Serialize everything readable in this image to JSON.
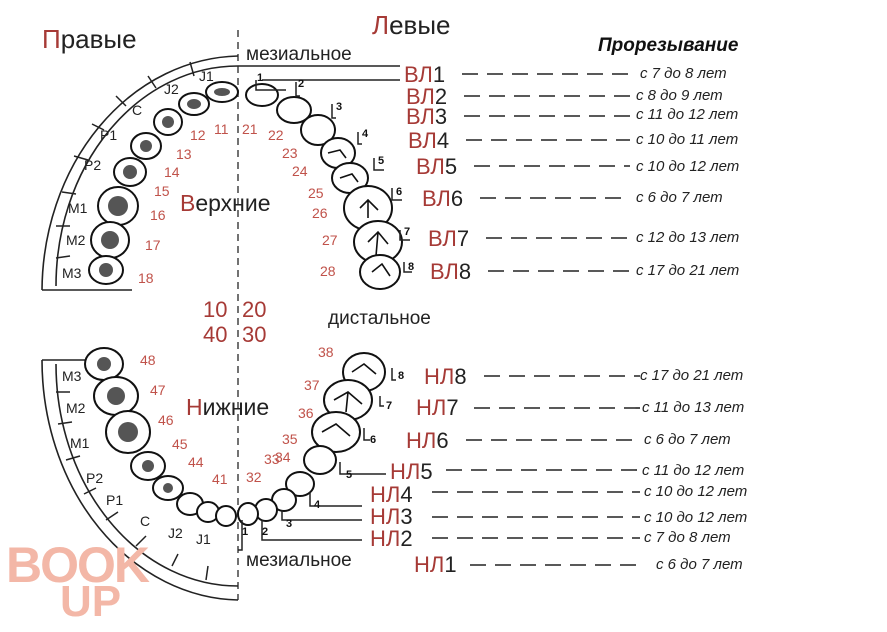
{
  "titles": {
    "right_cap": "П",
    "right_rest": "равые",
    "left_cap": "Л",
    "left_rest": "евые",
    "upper_cap": "В",
    "upper_rest": "ерхние",
    "lower_cap": "Н",
    "lower_rest": "ижние",
    "eruption_header": "Прорезывание",
    "mesial_top": "мезиальное",
    "mesial_bottom": "мезиальное",
    "distal": "дистальное"
  },
  "quadrants": {
    "q1": "10",
    "q2": "20",
    "q4": "40",
    "q3": "30"
  },
  "upper_rows": [
    {
      "prefix": "ВЛ",
      "num": "1",
      "eruption": "с 7 до 8 лет",
      "sq": "1"
    },
    {
      "prefix": "ВЛ",
      "num": "2",
      "eruption": "с 8 до 9 лет",
      "sq": "2"
    },
    {
      "prefix": "ВЛ",
      "num": "3",
      "eruption": "с 11 до 12 лет",
      "sq": "3"
    },
    {
      "prefix": "ВЛ",
      "num": "4",
      "eruption": "с 10 до 11 лет",
      "sq": "4"
    },
    {
      "prefix": "ВЛ",
      "num": "5",
      "eruption": "с 10 до 12 лет",
      "sq": "5"
    },
    {
      "prefix": "ВЛ",
      "num": "6",
      "eruption": "с 6 до 7 лет",
      "sq": "6"
    },
    {
      "prefix": "ВЛ",
      "num": "7",
      "eruption": "с 12 до 13 лет",
      "sq": "7"
    },
    {
      "prefix": "ВЛ",
      "num": "8",
      "eruption": "с 17 до 21 лет",
      "sq": "8"
    }
  ],
  "lower_rows": [
    {
      "prefix": "НЛ",
      "num": "8",
      "eruption": "с 17 до 21 лет",
      "sq": "8"
    },
    {
      "prefix": "НЛ",
      "num": "7",
      "eruption": "с 11 до 13 лет",
      "sq": "7"
    },
    {
      "prefix": "НЛ",
      "num": "6",
      "eruption": "с 6 до 7 лет",
      "sq": "6"
    },
    {
      "prefix": "НЛ",
      "num": "5",
      "eruption": "с 11 до 12 лет",
      "sq": "5"
    },
    {
      "prefix": "НЛ",
      "num": "4",
      "eruption": "с 10 до 12 лет",
      "sq": "4"
    },
    {
      "prefix": "НЛ",
      "num": "3",
      "eruption": "с 10 до 12 лет",
      "sq": "3"
    },
    {
      "prefix": "НЛ",
      "num": "2",
      "eruption": "с 7 до 8 лет",
      "sq": "2"
    },
    {
      "prefix": "НЛ",
      "num": "1",
      "eruption": "с 6 до 7 лет",
      "sq": "1"
    }
  ],
  "upper_right_numbers": [
    "11",
    "12",
    "13",
    "14",
    "15",
    "16",
    "17",
    "18"
  ],
  "upper_left_numbers": [
    "21",
    "22",
    "23",
    "24",
    "25",
    "26",
    "27",
    "28"
  ],
  "lower_left_numbers": [
    "38",
    "37",
    "36",
    "35",
    "34",
    "33",
    "32"
  ],
  "lower_right_numbers": [
    "48",
    "47",
    "46",
    "45",
    "44",
    "41"
  ],
  "upper_groups": [
    "J1",
    "J2",
    "C",
    "P1",
    "P2",
    "M1",
    "M2",
    "M3"
  ],
  "lower_groups": [
    "M3",
    "M2",
    "M1",
    "P2",
    "P1",
    "C",
    "J2",
    "J1"
  ],
  "watermark": {
    "line1": "BOOK",
    "line2": "UP"
  },
  "colors": {
    "accent": "#a63a36",
    "tooth_numbers": "#c0524a",
    "ink": "#222222",
    "watermark": "#f3b7a7"
  }
}
